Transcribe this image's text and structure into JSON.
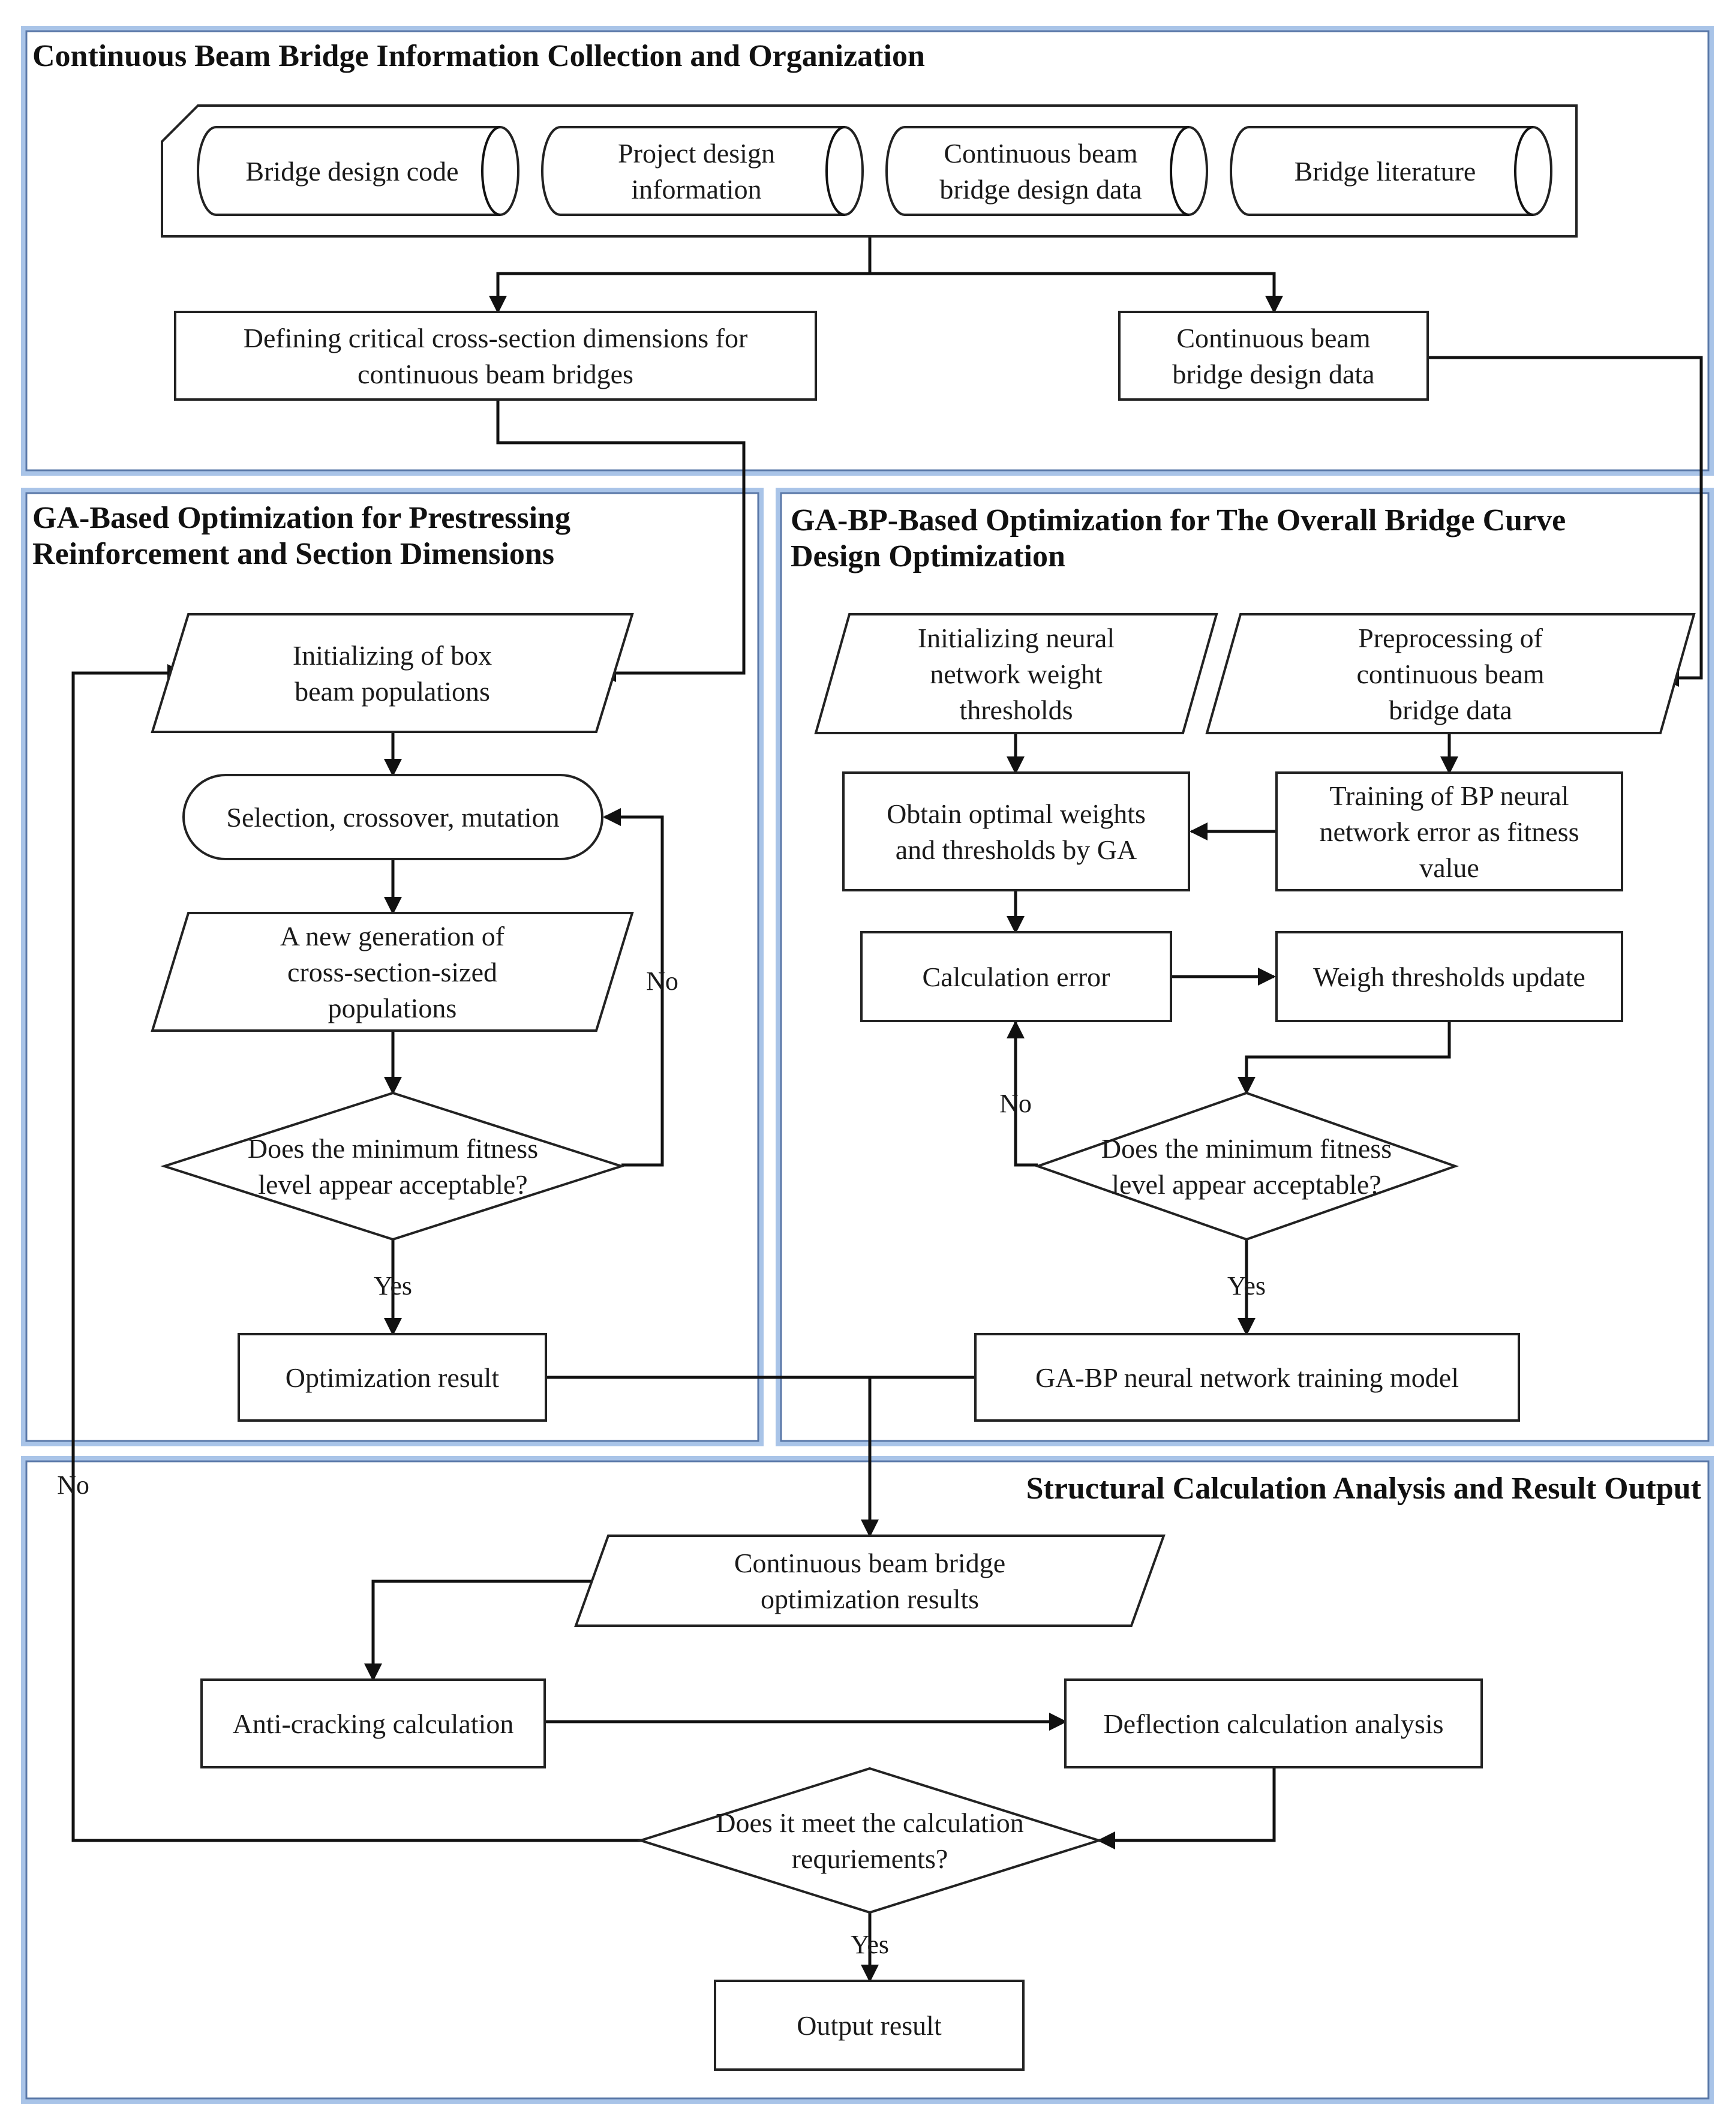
{
  "sections": {
    "collection": {
      "title": "Continuous Beam Bridge Information Collection and Organization"
    },
    "ga": {
      "title": [
        "GA-Based Optimization for Prestressing",
        "Reinforcement and Section Dimensions"
      ]
    },
    "gabp": {
      "title": [
        "GA-BP-Based Optimization for The Overall Bridge Curve",
        "Design Optimization"
      ]
    },
    "structural": {
      "title": "Structural Calculation Analysis and Result Output"
    }
  },
  "sources": [
    [
      "Bridge design code"
    ],
    [
      "Project design",
      "information"
    ],
    [
      "Continuous beam",
      "bridge design data"
    ],
    [
      "Bridge literature"
    ]
  ],
  "nodes": {
    "critical_section": [
      "Defining critical cross-section dimensions for",
      "continuous beam bridges"
    ],
    "design_data": [
      "Continuous beam",
      "bridge design data"
    ],
    "init_box": [
      "Initializing of box",
      "beam populations"
    ],
    "selection": [
      "Selection, crossover, mutation"
    ],
    "new_generation": [
      "A new generation of",
      "cross-section-sized",
      "populations"
    ],
    "ga_decision": [
      "Does the minimum fitness",
      "level appear acceptable?"
    ],
    "ga_result": [
      "Optimization result"
    ],
    "init_nn": [
      "Initializing neural",
      "network weight",
      "thresholds"
    ],
    "preprocess": [
      "Preprocessing of",
      "continuous beam",
      "bridge data"
    ],
    "optimal_weights": [
      "Obtain optimal weights",
      "and thresholds by GA"
    ],
    "training": [
      "Training of BP neural",
      "network error as fitness",
      "value"
    ],
    "calc_error": [
      "Calculation error"
    ],
    "weight_update": [
      "Weigh thresholds update"
    ],
    "bp_decision": [
      "Does the minimum fitness",
      "level appear acceptable?"
    ],
    "bp_model": [
      "GA-BP neural network training model"
    ],
    "opt_results": [
      "Continuous beam bridge",
      "optimization results"
    ],
    "anti_crack": [
      "Anti-cracking calculation"
    ],
    "deflection": [
      "Deflection calculation analysis"
    ],
    "calc_decision": [
      "Does it meet the calculation",
      "requriements?"
    ],
    "output": [
      "Output result"
    ]
  },
  "labels": {
    "ga_no": "No",
    "ga_yes": "Yes",
    "bp_no": "No",
    "bp_yes": "Yes",
    "calc_no": "No",
    "calc_yes": "Yes"
  }
}
